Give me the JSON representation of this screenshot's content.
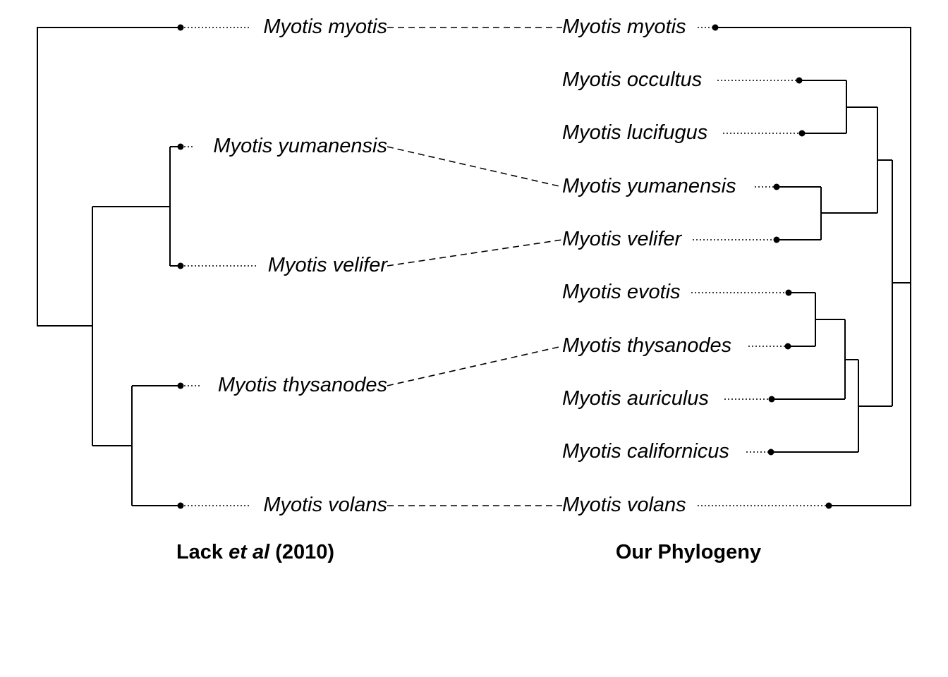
{
  "left_tree": {
    "title": {
      "prefix": "Lack ",
      "italic": "et al",
      "suffix": " (2010)"
    },
    "taxa": [
      "Myotis myotis",
      "Myotis yumanensis",
      "Myotis velifer",
      "Myotis thysanodes",
      "Myotis volans"
    ]
  },
  "right_tree": {
    "title": "Our Phylogeny",
    "taxa": [
      "Myotis myotis",
      "Myotis occultus",
      "Myotis lucifugus",
      "Myotis yumanensis",
      "Myotis velifer",
      "Myotis evotis",
      "Myotis thysanodes",
      "Myotis auriculus",
      "Myotis californicus",
      "Myotis volans"
    ]
  },
  "links": [
    {
      "from": "Myotis myotis",
      "to": "Myotis myotis"
    },
    {
      "from": "Myotis yumanensis",
      "to": "Myotis yumanensis"
    },
    {
      "from": "Myotis velifer",
      "to": "Myotis velifer"
    },
    {
      "from": "Myotis thysanodes",
      "to": "Myotis thysanodes"
    },
    {
      "from": "Myotis volans",
      "to": "Myotis volans"
    }
  ],
  "colors": {
    "lines": "#000000",
    "background": "#ffffff"
  }
}
